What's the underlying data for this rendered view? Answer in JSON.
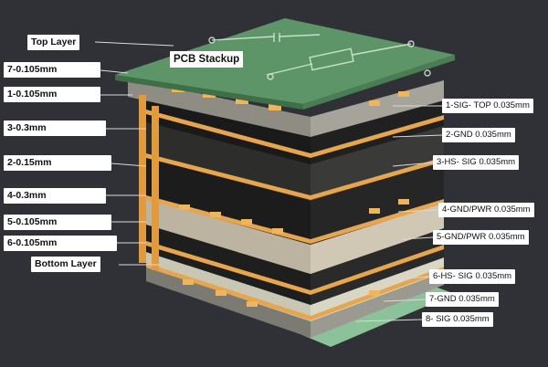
{
  "diagram_title": "PCB Stackup",
  "left_labels": {
    "top_layer": "Top Layer",
    "l7": "7-0.105mm",
    "l1": "1-0.105mm",
    "l3": "3-0.3mm",
    "l2": "2-0.15mm",
    "l4": "4-0.3mm",
    "l5": "5-0.105mm",
    "l6": "6-0.105mm",
    "bottom_layer": "Bottom Layer"
  },
  "right_labels": {
    "r1": "1-SIG- TOP 0.035mm",
    "r2": "2-GND 0.035mm",
    "r3": "3-HS- SIG 0.035mm",
    "r4": "4-GND/PWR 0.035mm",
    "r5": "5-GND/PWR 0.035mm",
    "r6": "6-HS- SIG 0.035mm",
    "r7": "7-GND 0.035mm",
    "r8": "8- SIG 0.035mm"
  },
  "colors": {
    "background": "#2f3136",
    "top_mask": "#5f9066",
    "copper": "#e8a850",
    "core_dark": "#232323",
    "core_light": "#8a8a84",
    "bottom_mask": "#7fb38a"
  }
}
